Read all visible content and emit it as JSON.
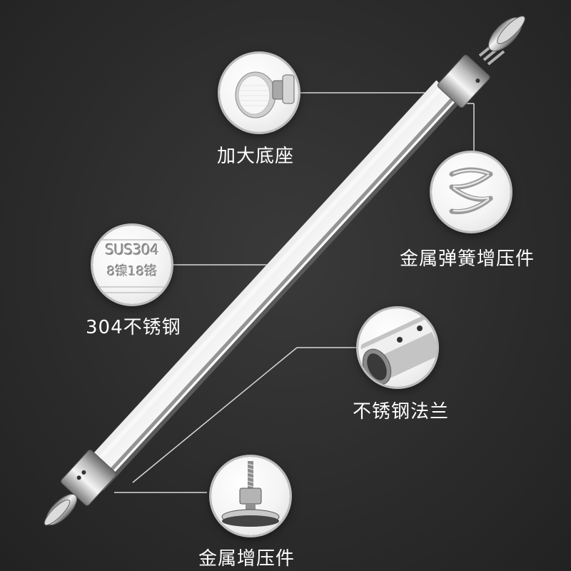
{
  "features": [
    {
      "id": "base",
      "label": "加大底座",
      "icon": "round-base-pad-icon"
    },
    {
      "id": "spring",
      "label": "金属弹簧增压件",
      "icon": "spring-icon"
    },
    {
      "id": "material",
      "label": "304不锈钢",
      "icon": "stamped-steel-icon",
      "stamp_line1": "SUS304",
      "stamp_line2": "8镍18铬"
    },
    {
      "id": "flange",
      "label": "不锈钢法兰",
      "icon": "flange-icon"
    },
    {
      "id": "pressure",
      "label": "金属增压件",
      "icon": "threaded-foot-icon"
    }
  ],
  "colors": {
    "background": "#2b2b2b",
    "label": "#ffffff",
    "leader_line": "#d8d8d8",
    "steel": "#c8c8c8"
  }
}
